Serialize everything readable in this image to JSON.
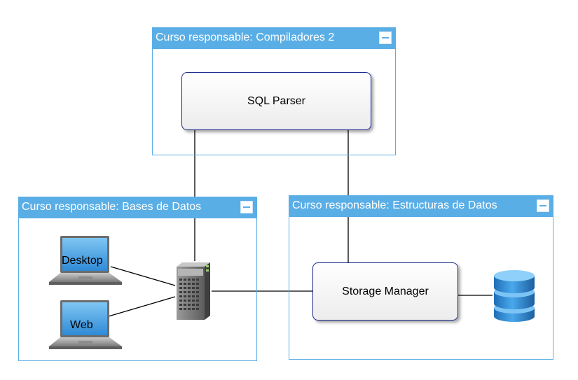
{
  "containers": {
    "compiladores": {
      "title": "Curso responsable: Compiladores 2"
    },
    "bases": {
      "title": "Curso responsable: Bases de Datos"
    },
    "estructuras": {
      "title": "Curso responsable: Estructuras de Datos"
    }
  },
  "nodes": {
    "sql_parser": "SQL Parser",
    "storage_manager": "Storage Manager"
  },
  "clients": {
    "desktop": "Desktop",
    "web": "Web"
  },
  "icons": [
    "laptop-icon",
    "laptop-icon",
    "server-icon",
    "database-icon",
    "collapse-icon"
  ],
  "colors": {
    "container_accent": "#5aaee6",
    "node_border": "#1a2a8c",
    "database": "#2f86cf"
  }
}
